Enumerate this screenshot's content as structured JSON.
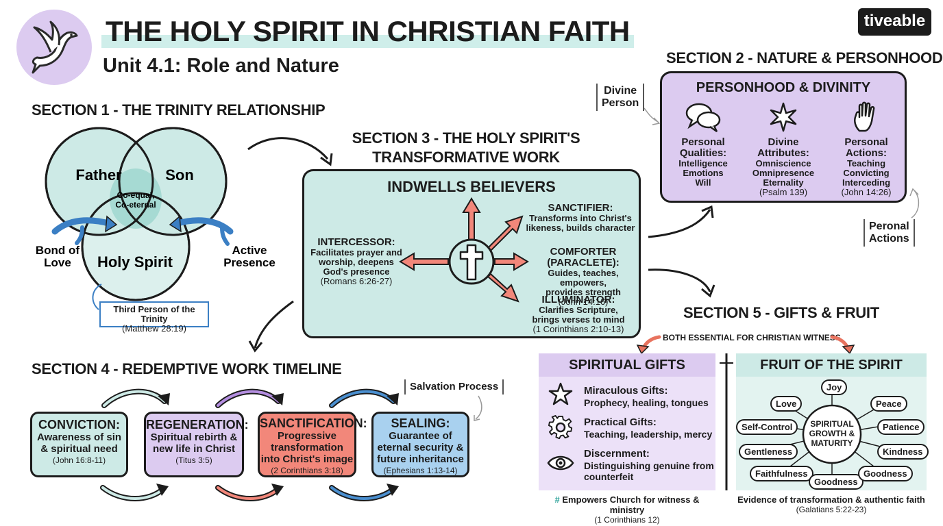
{
  "header": {
    "title": "THE HOLY SPIRIT IN CHRISTIAN FAITH",
    "subtitle": "Unit 4.1: Role and Nature",
    "logo": "tiveable",
    "logo_icon": "dove-icon"
  },
  "section1": {
    "heading": "SECTION 1 - THE TRINITY RELATIONSHIP",
    "father": "Father",
    "son": "Son",
    "holy_spirit": "Holy Spirit",
    "center": "Co-equal,",
    "center2": "Co-eternal",
    "bond1": "Bond of",
    "bond2": "Love",
    "active1": "Active",
    "active2": "Presence",
    "third_person": "Third Person of the Trinity",
    "third_ref": "(Matthew 28:19)"
  },
  "section2": {
    "heading": "SECTION 2 - NATURE & PERSONHOOD",
    "box_title": "PERSONHOOD & DIVINITY",
    "divine_note1": "Divine",
    "divine_note2": "Person",
    "actions_note1": "Peronal",
    "actions_note2": "Actions",
    "columns": [
      {
        "icon": "speech-bubbles-icon",
        "h1": "Personal",
        "h2": "Qualities:",
        "l1": "Intelligence",
        "l2": "Emotions",
        "l3": "Will",
        "l4": ""
      },
      {
        "icon": "star-burst-icon",
        "h1": "Divine",
        "h2": "Attributes:",
        "l1": "Omniscience",
        "l2": "Omnipresence",
        "l3": "Eternality",
        "l4": "(Psalm 139)"
      },
      {
        "icon": "hand-icon",
        "h1": "Personal",
        "h2": "Actions:",
        "l1": "Teaching",
        "l2": "Convicting",
        "l3": "Interceding",
        "l4": "(John 14:26)"
      }
    ]
  },
  "section3": {
    "heading1": "SECTION 3 - THE HOLY SPIRIT'S",
    "heading2": "TRANSFORMATIVE WORK",
    "box_title": "INDWELLS BELIEVERS",
    "center_icon": "cross-icon",
    "intercessor": {
      "h": "INTERCESSOR:",
      "l1": "Facilitates prayer and",
      "l2": "worship, deepens",
      "l3": "God's presence",
      "l4": "(Romans 6:26-27)"
    },
    "sanctifier": {
      "h": "SANCTIFIER:",
      "l1": "Transforms into Christ's",
      "l2": "likeness, builds character"
    },
    "comforter": {
      "h": "COMFORTER (PARACLETE):",
      "l1": "Guides, teaches, empowers,",
      "l2": "provides strength",
      "l3": "(John 14:16)"
    },
    "illuminator": {
      "h": "ILLUMINATOR:",
      "l1": "Clarifies Scripture,",
      "l2": "brings verses to mind",
      "l3": "(1 Corinthians 2:10-13)"
    }
  },
  "section4": {
    "heading": "SECTION 4 - REDEMPTIVE WORK TIMELINE",
    "note": "Salvation Process",
    "steps": [
      {
        "h": "CONVICTION:",
        "l1": "Awareness of sin",
        "l2": "& spiritual need",
        "l3": "",
        "r": "(John 16:8-11)",
        "color": "#cdeae6"
      },
      {
        "h": "REGENERATION:",
        "l1": "Spiritual rebirth &",
        "l2": "new life in Christ",
        "l3": "",
        "r": "(Titus 3:5)",
        "color": "#dccbf0"
      },
      {
        "h": "SANCTIFICATION:",
        "l1": "Progressive",
        "l2": "transformation",
        "l3": "into Christ's image",
        "r": "(2 Corinthians 3:18)",
        "color": "#f2877a"
      },
      {
        "h": "SEALING:",
        "l1": "Guarantee of",
        "l2": "eternal security &",
        "l3": "future inheritance",
        "r": "(Ephesians 1:13-14)",
        "color": "#a9d1ef"
      }
    ]
  },
  "section5": {
    "heading": "SECTION 5 - GIFTS & FRUIT",
    "both": "BOTH ESSENTIAL FOR CHRISTIAN WITNESS",
    "gifts_title": "SPIRITUAL GIFTS",
    "gifts": [
      {
        "icon": "star-icon",
        "h": "Miraculous Gifts:",
        "d": "Prophecy, healing, tongues",
        "d2": ""
      },
      {
        "icon": "gear-icon",
        "h": "Practical Gifts:",
        "d": "Teaching, leadership, mercy",
        "d2": ""
      },
      {
        "icon": "eye-icon",
        "h": "Discernment:",
        "d": "Distinguishing genuine from",
        "d2": "counterfeit"
      }
    ],
    "gifts_foot1": "Empowers Church for witness & ministry",
    "gifts_foot2": "(1 Corinthians 12)",
    "fruit_title": "FRUIT OF THE SPIRIT",
    "fruit_center1": "SPIRITUAL",
    "fruit_center2": "GROWTH &",
    "fruit_center3": "MATURITY",
    "fruits": [
      "Joy",
      "Love",
      "Peace",
      "Self-Control",
      "Patience",
      "Gentleness",
      "Kindness",
      "Faithfulness",
      "Goodness",
      "Goodness"
    ],
    "fruit_foot1": "Evidence of transformation & authentic faith",
    "fruit_foot2": "(Galatians 5:22-23)"
  },
  "colors": {
    "teal": "#cdeae6",
    "lavender": "#dccbf0",
    "coral": "#f2877a",
    "blue": "#3b7fc4",
    "dark": "#1c1c1c"
  }
}
